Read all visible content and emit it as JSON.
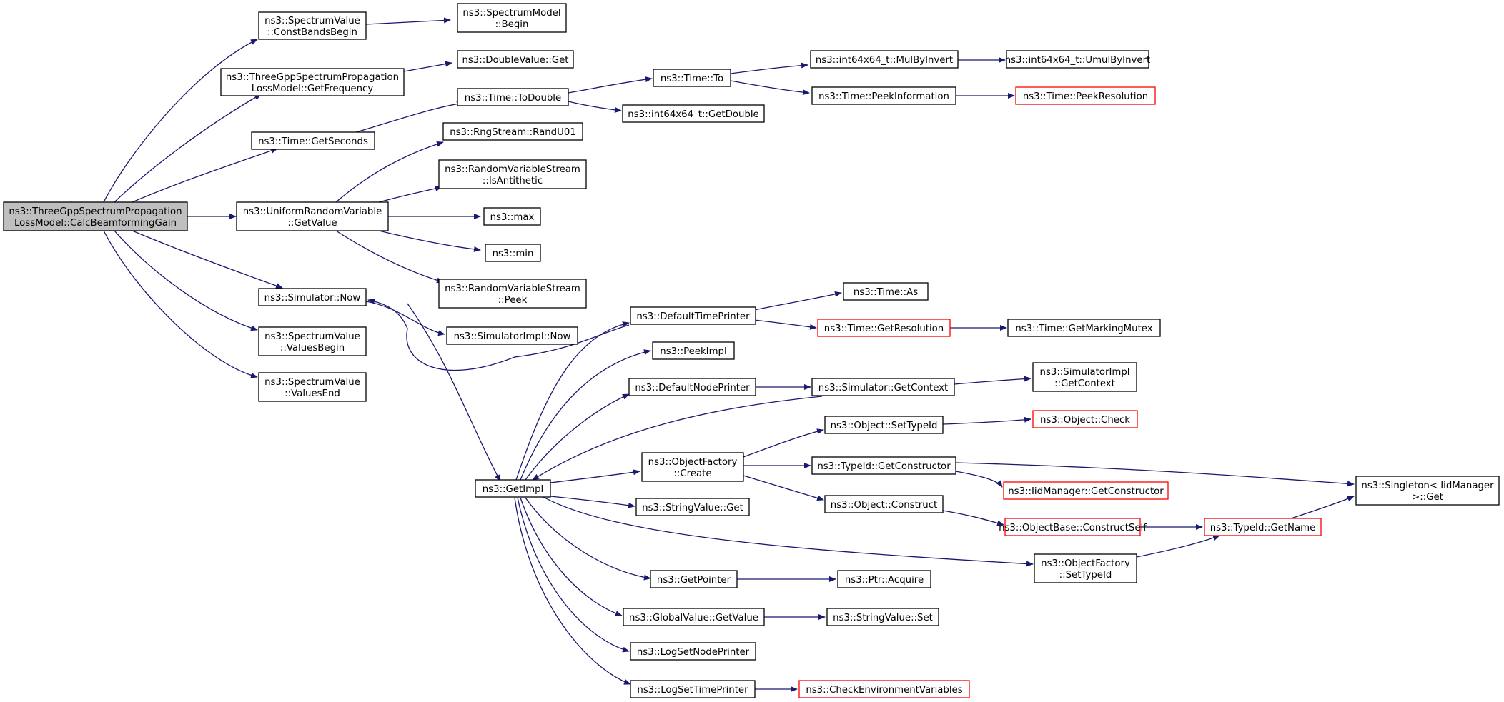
{
  "diagram": {
    "type": "call-graph",
    "colors": {
      "edge": "#191970",
      "node_border": "#000000",
      "truncated_border": "#ff0000",
      "root_fill": "#bfbfbf"
    },
    "nodes": [
      {
        "id": "root",
        "lines": [
          "ns3::ThreeGppSpectrumPropagation",
          "LossModel::CalcBeamformingGain"
        ],
        "style": "root"
      },
      {
        "id": "constbandsbegin",
        "lines": [
          "ns3::SpectrumValue",
          "::ConstBandsBegin"
        ]
      },
      {
        "id": "spectrummodelbegin",
        "lines": [
          "ns3::SpectrumModel",
          "::Begin"
        ]
      },
      {
        "id": "getfrequency",
        "lines": [
          "ns3::ThreeGppSpectrumPropagation",
          "LossModel::GetFrequency"
        ]
      },
      {
        "id": "doublevalueget",
        "lines": [
          "ns3::DoubleValue::Get"
        ]
      },
      {
        "id": "timetodouble",
        "lines": [
          "ns3::Time::ToDouble"
        ]
      },
      {
        "id": "timeto",
        "lines": [
          "ns3::Time::To"
        ]
      },
      {
        "id": "mulbyinvert",
        "lines": [
          "ns3::int64x64_t::MulByInvert"
        ]
      },
      {
        "id": "umulbyinvert",
        "lines": [
          "ns3::int64x64_t::UmulByInvert"
        ]
      },
      {
        "id": "peekinformation",
        "lines": [
          "ns3::Time::PeekInformation"
        ]
      },
      {
        "id": "peekresolution",
        "lines": [
          "ns3::Time::PeekResolution"
        ],
        "style": "red"
      },
      {
        "id": "getdouble",
        "lines": [
          "ns3::int64x64_t::GetDouble"
        ]
      },
      {
        "id": "getseconds",
        "lines": [
          "ns3::Time::GetSeconds"
        ]
      },
      {
        "id": "randu01",
        "lines": [
          "ns3::RngStream::RandU01"
        ]
      },
      {
        "id": "isantithetic",
        "lines": [
          "ns3::RandomVariableStream",
          "::IsAntithetic"
        ]
      },
      {
        "id": "urvgetvalue",
        "lines": [
          "ns3::UniformRandomVariable",
          "::GetValue"
        ]
      },
      {
        "id": "max",
        "lines": [
          "ns3::max"
        ]
      },
      {
        "id": "min",
        "lines": [
          "ns3::min"
        ]
      },
      {
        "id": "rvspeek",
        "lines": [
          "ns3::RandomVariableStream",
          "::Peek"
        ]
      },
      {
        "id": "timeas",
        "lines": [
          "ns3::Time::As"
        ]
      },
      {
        "id": "simnow",
        "lines": [
          "ns3::Simulator::Now"
        ]
      },
      {
        "id": "defaulttimeprinter",
        "lines": [
          "ns3::DefaultTimePrinter"
        ]
      },
      {
        "id": "getresolution",
        "lines": [
          "ns3::Time::GetResolution"
        ],
        "style": "red"
      },
      {
        "id": "getmarkingmutex",
        "lines": [
          "ns3::Time::GetMarkingMutex"
        ]
      },
      {
        "id": "simimplnow",
        "lines": [
          "ns3::SimulatorImpl::Now"
        ]
      },
      {
        "id": "valuesbegin",
        "lines": [
          "ns3::SpectrumValue",
          "::ValuesBegin"
        ]
      },
      {
        "id": "peekimpl",
        "lines": [
          "ns3::PeekImpl"
        ]
      },
      {
        "id": "simimplgetcontext",
        "lines": [
          "ns3::SimulatorImpl",
          "::GetContext"
        ]
      },
      {
        "id": "valuesend",
        "lines": [
          "ns3::SpectrumValue",
          "::ValuesEnd"
        ]
      },
      {
        "id": "defaultnodeprinter",
        "lines": [
          "ns3::DefaultNodePrinter"
        ]
      },
      {
        "id": "simgetcontext",
        "lines": [
          "ns3::Simulator::GetContext"
        ]
      },
      {
        "id": "objectsettypeid",
        "lines": [
          "ns3::Object::SetTypeId"
        ]
      },
      {
        "id": "objectcheck",
        "lines": [
          "ns3::Object::Check"
        ],
        "style": "red"
      },
      {
        "id": "objectfactorycreate",
        "lines": [
          "ns3::ObjectFactory",
          "::Create"
        ]
      },
      {
        "id": "typeidgetconstructor",
        "lines": [
          "ns3::TypeId::GetConstructor"
        ]
      },
      {
        "id": "getimpl",
        "lines": [
          "ns3::GetImpl"
        ]
      },
      {
        "id": "singletonget",
        "lines": [
          "ns3::Singleton< IidManager",
          ">::Get"
        ]
      },
      {
        "id": "iidmanagergetconstructor",
        "lines": [
          "ns3::IidManager::GetConstructor"
        ],
        "style": "red"
      },
      {
        "id": "stringvalueget",
        "lines": [
          "ns3::StringValue::Get"
        ]
      },
      {
        "id": "objectconstruct",
        "lines": [
          "ns3::Object::Construct"
        ]
      },
      {
        "id": "constructself",
        "lines": [
          "ns3::ObjectBase::ConstructSelf"
        ],
        "style": "red"
      },
      {
        "id": "typeidgetname",
        "lines": [
          "ns3::TypeId::GetName"
        ],
        "style": "red"
      },
      {
        "id": "objectfactorysettypeid",
        "lines": [
          "ns3::ObjectFactory",
          "::SetTypeId"
        ]
      },
      {
        "id": "getpointer",
        "lines": [
          "ns3::GetPointer"
        ]
      },
      {
        "id": "ptracquire",
        "lines": [
          "ns3::Ptr::Acquire"
        ]
      },
      {
        "id": "globalvaluegetvalue",
        "lines": [
          "ns3::GlobalValue::GetValue"
        ]
      },
      {
        "id": "stringvalueset",
        "lines": [
          "ns3::StringValue::Set"
        ]
      },
      {
        "id": "logsetnodeprinter",
        "lines": [
          "ns3::LogSetNodePrinter"
        ]
      },
      {
        "id": "logsettimeprinter",
        "lines": [
          "ns3::LogSetTimePrinter"
        ]
      },
      {
        "id": "checkenvvars",
        "lines": [
          "ns3::CheckEnvironmentVariables"
        ],
        "style": "red"
      }
    ]
  }
}
